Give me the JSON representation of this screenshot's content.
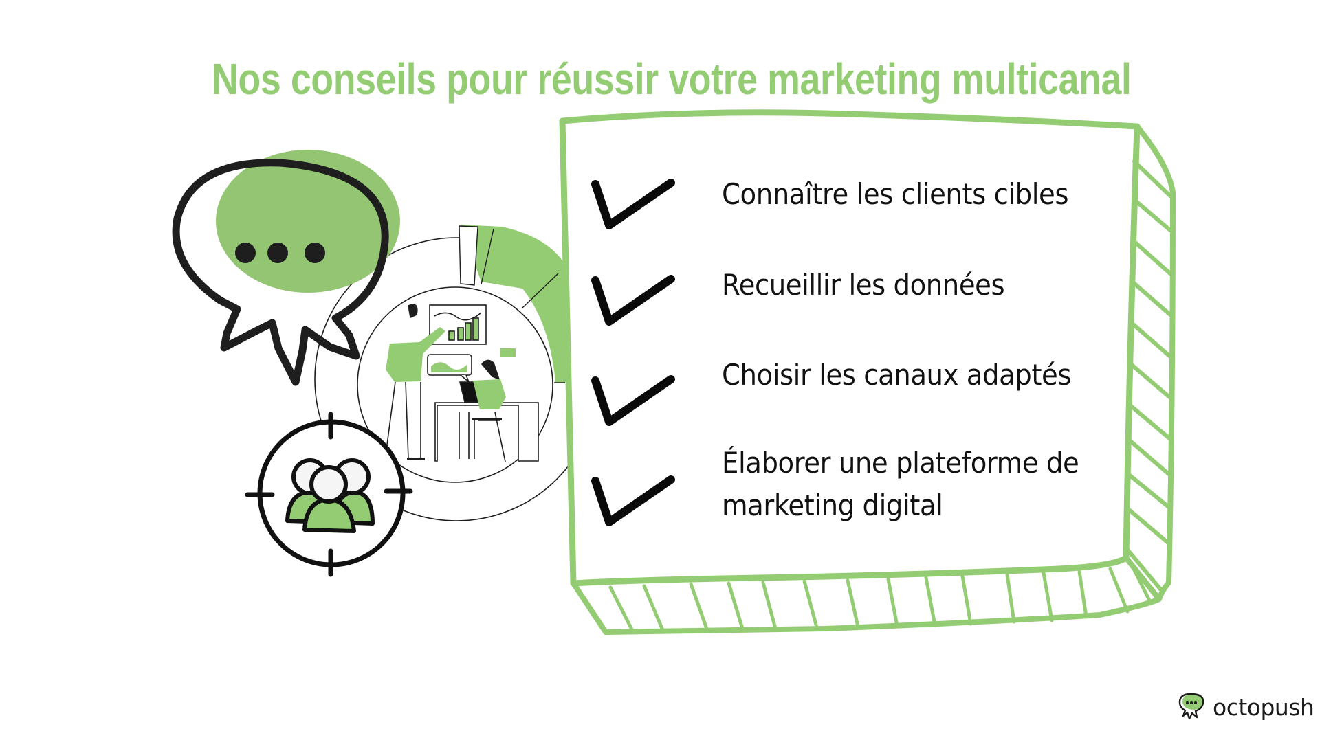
{
  "header": {
    "title": "Nos conseils pour réussir votre marketing multicanal"
  },
  "checklist": {
    "items": [
      {
        "line1": "Connaître les clients cibles",
        "line2": ""
      },
      {
        "line1": "Recueillir les données",
        "line2": ""
      },
      {
        "line1": "Choisir les canaux adaptés",
        "line2": ""
      },
      {
        "line1": "Élaborer une plateforme de",
        "line2": "marketing digital"
      }
    ],
    "icon": "checkmark-icon"
  },
  "illustrations": {
    "left": [
      "speech-bubble-icon",
      "team-at-dashboard-illustration",
      "target-audience-icon"
    ]
  },
  "brand": {
    "name": "octopush",
    "icon": "octopus-speech-bubble-logo"
  },
  "colors": {
    "accent": "#93cc72",
    "text": "#111111",
    "ink": "#1e1e1e",
    "background": "#ffffff"
  }
}
